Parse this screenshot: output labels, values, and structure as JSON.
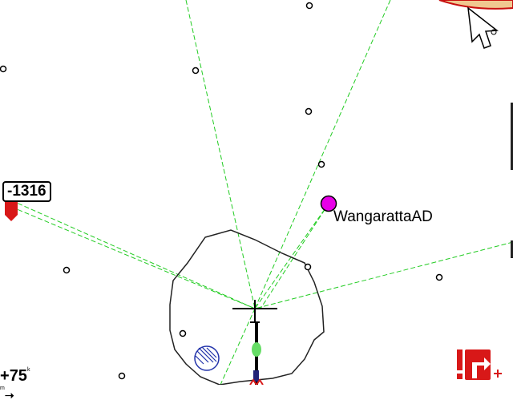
{
  "map": {
    "waypoint_name": "WangarattaAD",
    "waypoint_color": "#e800e8",
    "course_line_color": "#22cc22",
    "track_color": "#000000",
    "airspace_fill": "#f0c890",
    "airspace_border": "#c81010",
    "thermal_marker_color": "#2233aa",
    "glider_icon": "glider-cross-icon",
    "cursor_icon": "mouse-pointer-icon"
  },
  "altitude_badge": {
    "value": "-1316",
    "marker_color": "#d81818",
    "marker_icon": "final-glide-marker-icon"
  },
  "speed_readout": {
    "prefix": "+",
    "value": "75",
    "unit_top": "k",
    "unit_bottom": "m",
    "arrow_icon": "arrow-right-icon"
  },
  "status_icons": {
    "task_icon": "task-turn-icon",
    "warning_icon": "exclamation-icon",
    "color": "#d81818"
  }
}
